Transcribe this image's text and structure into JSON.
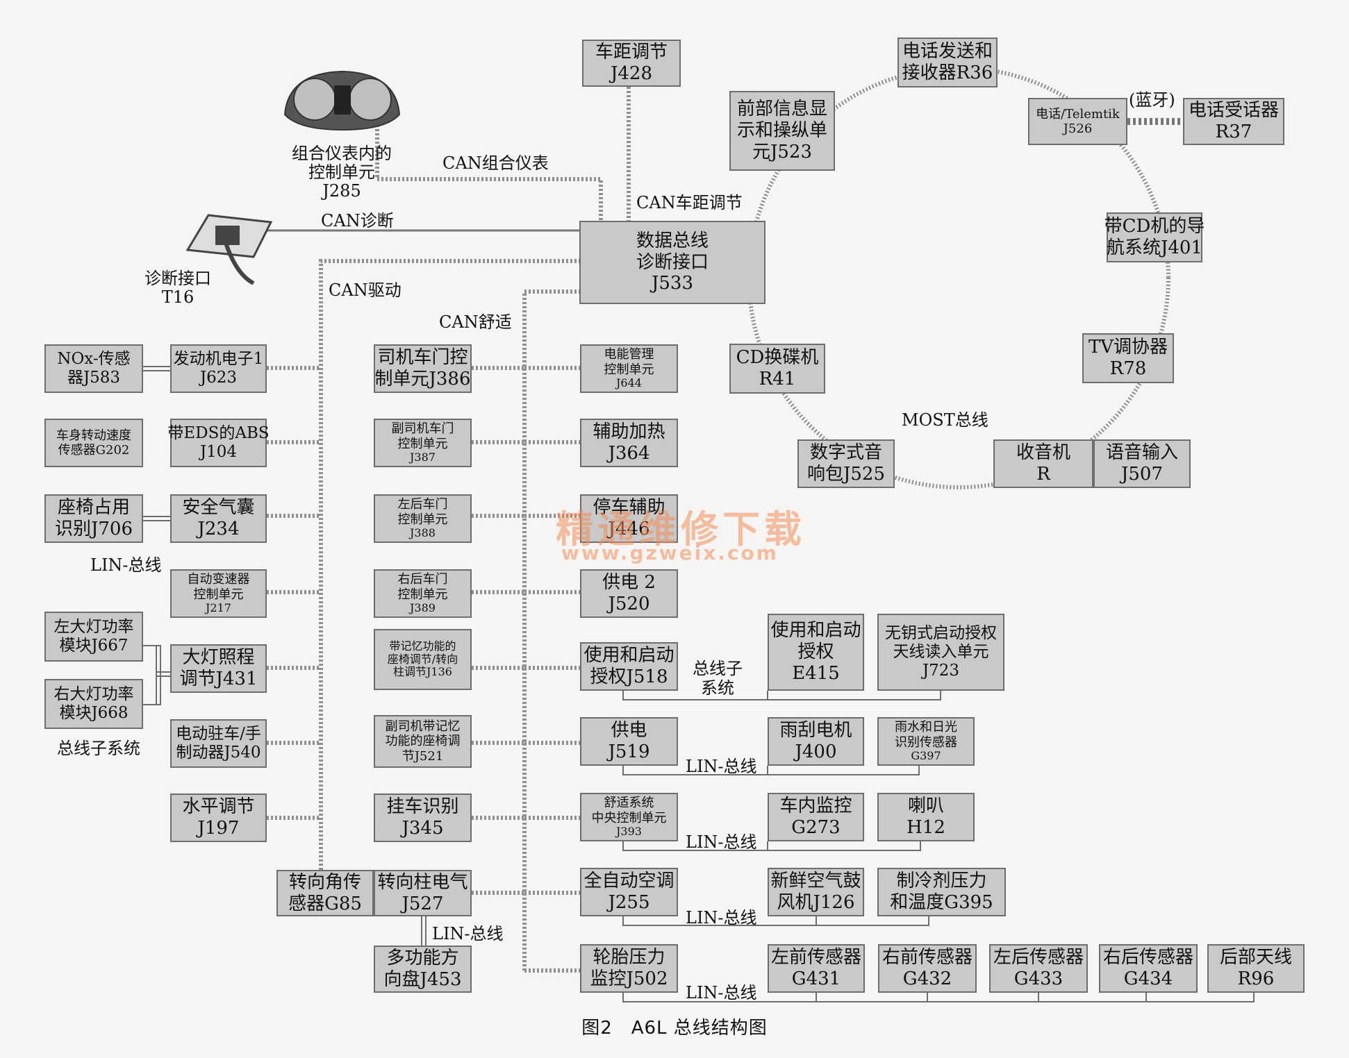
{
  "caption": "图2　A6L 总线结构图",
  "watermark": {
    "line1": "精通维修下载",
    "line2": "www.gzweix.com"
  },
  "pictures": {
    "cluster": {
      "icon": "instrument-cluster-icon",
      "lines": [
        "组合仪表内的",
        "控制单元",
        "J285"
      ]
    },
    "diag_port": {
      "icon": "diagnostic-connector-icon",
      "lines": [
        "诊断接口",
        "T16"
      ]
    }
  },
  "bus_labels": {
    "can_cluster": "CAN组合仪表",
    "can_distance": "CAN车距调节",
    "can_diag": "CAN诊断",
    "can_drive": "CAN驱动",
    "can_comfort": "CAN舒适",
    "most": "MOST总线",
    "bluetooth": "(蓝牙)",
    "lin_left": "LIN-总线",
    "subsystem_left": "总线子系统",
    "subsystem_mid": [
      "总线子",
      "系统"
    ],
    "lin_j527": "LIN-总线",
    "lin_j519": "LIN-总线",
    "lin_j393": "LIN-总线",
    "lin_j255": "LIN-总线",
    "lin_j502": "LIN-总线"
  },
  "gateway": {
    "lines": [
      "数据总线",
      "诊断接口",
      "J533"
    ]
  },
  "top": {
    "distance_j428": [
      "车距调节",
      "J428"
    ]
  },
  "most_ring": [
    {
      "id": "r36",
      "lines": [
        "电话发送和",
        "接收器R36"
      ]
    },
    {
      "id": "j523",
      "lines": [
        "前部信息显",
        "示和操纵单",
        "元J523"
      ]
    },
    {
      "id": "j526",
      "lines": [
        "电话/Telemtik",
        "J526"
      ]
    },
    {
      "id": "r37",
      "lines": [
        "电话受话器",
        "R37"
      ]
    },
    {
      "id": "j401",
      "lines": [
        "带CD机的导",
        "航系统J401"
      ]
    },
    {
      "id": "r78",
      "lines": [
        "TV调协器",
        "R78"
      ]
    },
    {
      "id": "r41",
      "lines": [
        "CD换碟机",
        "R41"
      ]
    },
    {
      "id": "j525",
      "lines": [
        "数字式音",
        "响包J525"
      ]
    },
    {
      "id": "radio_r",
      "lines": [
        "收音机",
        "R"
      ]
    },
    {
      "id": "j507",
      "lines": [
        "语音输入",
        "J507"
      ]
    }
  ],
  "drive_sensors": [
    {
      "id": "j583",
      "lines": [
        "NOx-传感",
        "器J583"
      ]
    },
    {
      "id": "g202",
      "lines": [
        "车身转动速度",
        "传感器G202"
      ]
    },
    {
      "id": "j706",
      "lines": [
        "座椅占用",
        "识别J706"
      ]
    },
    {
      "id": "j667",
      "lines": [
        "左大灯功率",
        "模块J667"
      ]
    },
    {
      "id": "j668",
      "lines": [
        "右大灯功率",
        "模块J668"
      ]
    }
  ],
  "drive_units": [
    {
      "id": "j623",
      "lines": [
        "发动机电子1",
        "J623"
      ]
    },
    {
      "id": "j104",
      "lines": [
        "带EDS的ABS",
        "J104"
      ]
    },
    {
      "id": "j234",
      "lines": [
        "安全气囊",
        "J234"
      ]
    },
    {
      "id": "j217",
      "lines": [
        "自动变速器",
        "控制单元",
        "J217"
      ]
    },
    {
      "id": "j431",
      "lines": [
        "大灯照程",
        "调节J431"
      ]
    },
    {
      "id": "j540",
      "lines": [
        "电动驻车/手",
        "制动器J540"
      ]
    },
    {
      "id": "j197",
      "lines": [
        "水平调节",
        "J197"
      ]
    }
  ],
  "steering": [
    {
      "id": "g85",
      "lines": [
        "转向角传",
        "感器G85"
      ]
    },
    {
      "id": "j527",
      "lines": [
        "转向柱电气",
        "J527"
      ]
    },
    {
      "id": "j453",
      "lines": [
        "多功能方",
        "向盘J453"
      ]
    }
  ],
  "comfort_left": [
    {
      "id": "j386",
      "lines": [
        "司机车门控",
        "制单元J386"
      ]
    },
    {
      "id": "j387",
      "lines": [
        "副司机车门",
        "控制单元",
        "J387"
      ]
    },
    {
      "id": "j388",
      "lines": [
        "左后车门",
        "控制单元",
        "J388"
      ]
    },
    {
      "id": "j389",
      "lines": [
        "右后车门",
        "控制单元",
        "J389"
      ]
    },
    {
      "id": "j136",
      "lines": [
        "带记忆功能的",
        "座椅调节/转向",
        "柱调节J136"
      ]
    },
    {
      "id": "j521",
      "lines": [
        "副司机带记忆",
        "功能的座椅调",
        "节J521"
      ]
    },
    {
      "id": "j345",
      "lines": [
        "挂车识别",
        "J345"
      ]
    }
  ],
  "comfort_right": [
    {
      "id": "j644",
      "lines": [
        "电能管理",
        "控制单元",
        "J644"
      ]
    },
    {
      "id": "j364",
      "lines": [
        "辅助加热",
        "J364"
      ]
    },
    {
      "id": "j446",
      "lines": [
        "停车辅助",
        "J446"
      ]
    },
    {
      "id": "j520",
      "lines": [
        "供电 2",
        "J520"
      ]
    },
    {
      "id": "j518",
      "lines": [
        "使用和启动",
        "授权J518"
      ]
    },
    {
      "id": "j519",
      "lines": [
        "供电",
        "J519"
      ]
    },
    {
      "id": "j393",
      "lines": [
        "舒适系统",
        "中央控制单元",
        "J393"
      ]
    },
    {
      "id": "j255",
      "lines": [
        "全自动空调",
        "J255"
      ]
    },
    {
      "id": "j502",
      "lines": [
        "轮胎压力",
        "监控J502"
      ]
    }
  ],
  "sub_units": [
    {
      "id": "e415",
      "lines": [
        "使用和启动",
        "授权",
        "E415"
      ]
    },
    {
      "id": "j723",
      "lines": [
        "无钥式启动授权",
        "天线读入单元",
        "J723"
      ]
    },
    {
      "id": "j400",
      "lines": [
        "雨刮电机",
        "J400"
      ]
    },
    {
      "id": "g397",
      "lines": [
        "雨水和日光",
        "识别传感器",
        "G397"
      ]
    },
    {
      "id": "g273",
      "lines": [
        "车内监控",
        "G273"
      ]
    },
    {
      "id": "h12",
      "lines": [
        "喇叭",
        "H12"
      ]
    },
    {
      "id": "j126",
      "lines": [
        "新鲜空气鼓",
        "风机J126"
      ]
    },
    {
      "id": "g395",
      "lines": [
        "制冷剂压力",
        "和温度G395"
      ]
    },
    {
      "id": "g431",
      "lines": [
        "左前传感器",
        "G431"
      ]
    },
    {
      "id": "g432",
      "lines": [
        "右前传感器",
        "G432"
      ]
    },
    {
      "id": "g433",
      "lines": [
        "左后传感器",
        "G433"
      ]
    },
    {
      "id": "g434",
      "lines": [
        "右后传感器",
        "G434"
      ]
    },
    {
      "id": "r96",
      "lines": [
        "后部天线",
        "R96"
      ]
    }
  ]
}
